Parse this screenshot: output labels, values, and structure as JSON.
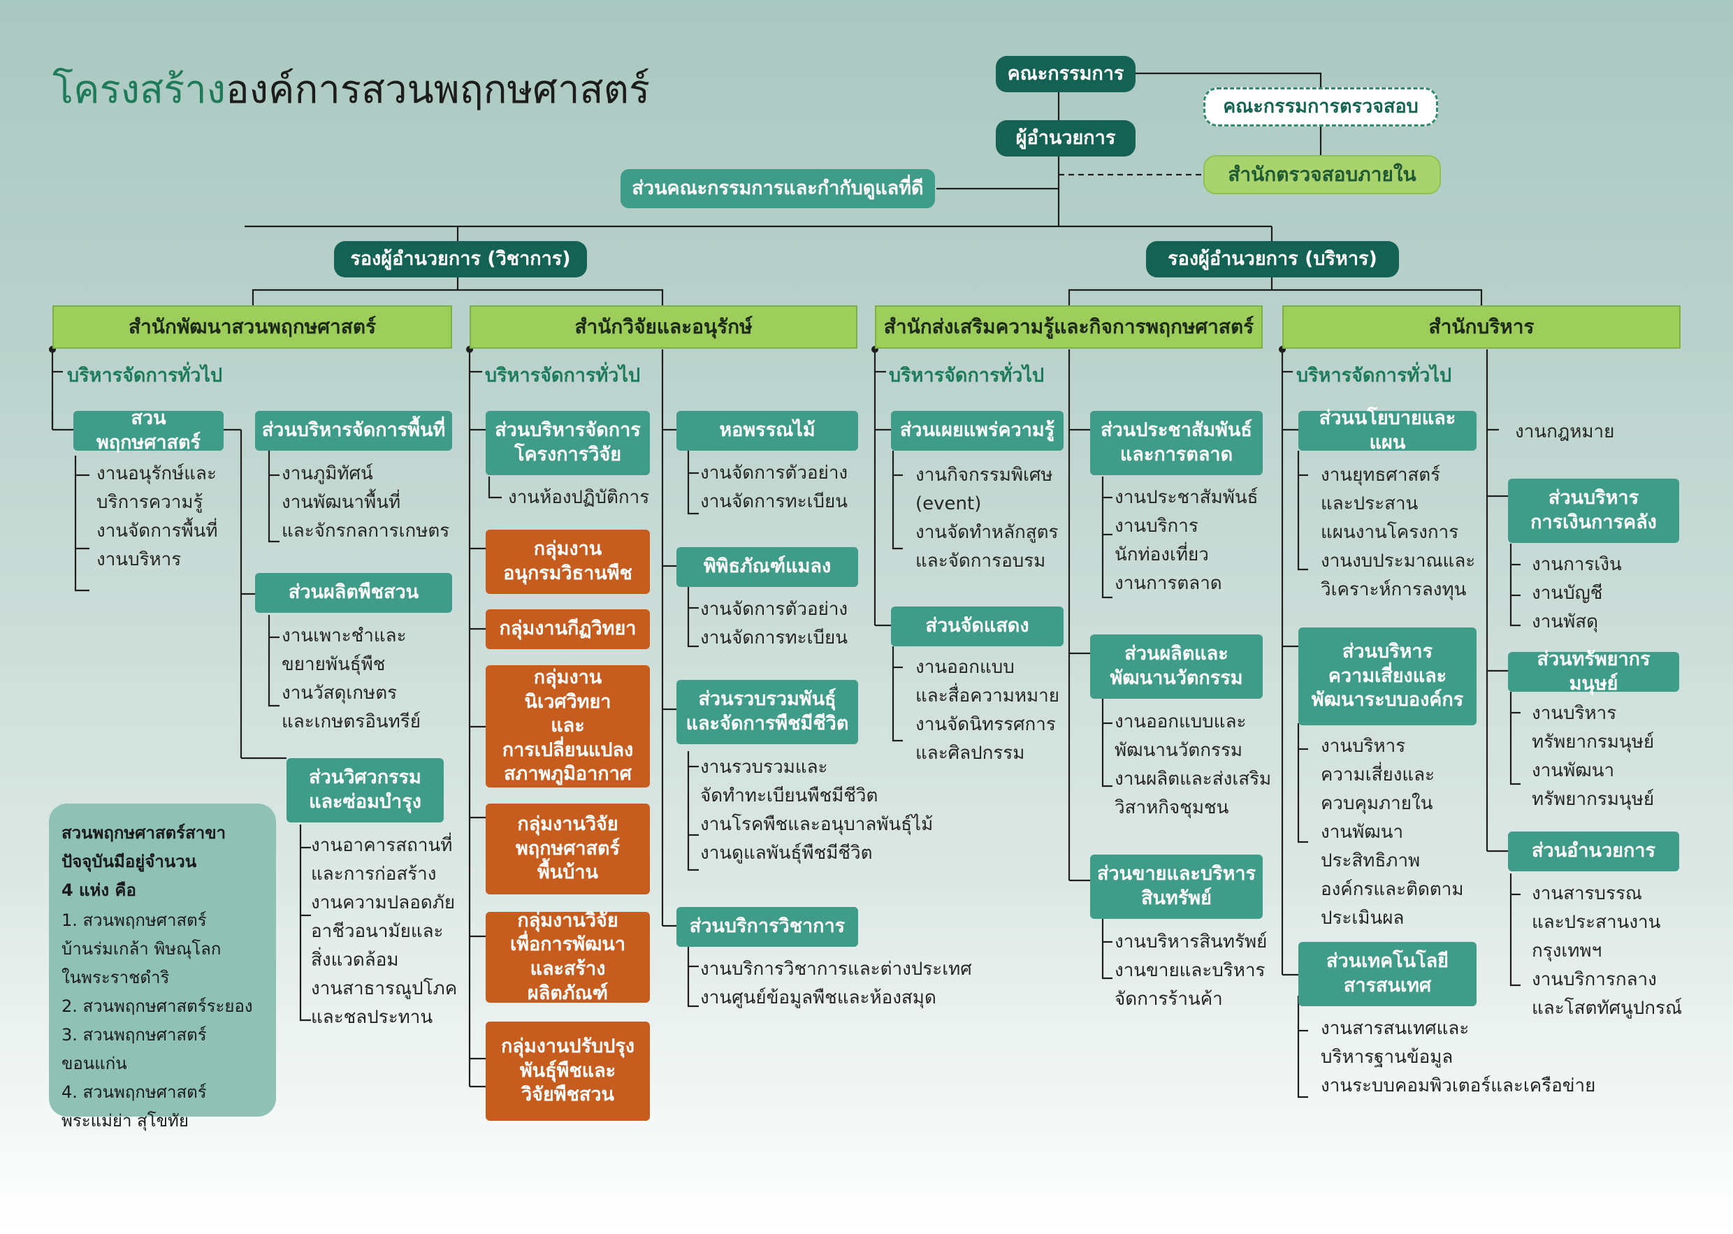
{
  "title": {
    "part1": "โครงสร้าง",
    "part2": "องค์การสวนพฤกษศาสตร์"
  },
  "top": {
    "board": "คณะกรรมการ",
    "audit_committee": "คณะกรรมการตรวจสอบ",
    "director": "ผู้อำนวยการ",
    "internal_audit": "สำนักตรวจสอบภายใน",
    "governance": "ส่วนคณะกรรมการและกำกับดูแลที่ดี",
    "deputy_academic": "รองผู้อำนวยการ (วิชาการ)",
    "deputy_admin": "รองผู้อำนวยการ (บริหาร)"
  },
  "bureaus": [
    "สำนักพัฒนาสวนพฤกษศาสตร์",
    "สำนักวิจัยและอนุรักษ์",
    "สำนักส่งเสริมความรู้และกิจการพฤกษศาสตร์",
    "สำนักบริหาร"
  ],
  "general_admin": "บริหารจัดการทั่วไป",
  "col1": {
    "garden": "สวนพฤกษศาสตร์",
    "garden_tasks": "งานอนุรักษ์และ\nบริการความรู้\nงานจัดการพื้นที่\nงานบริหาร",
    "area": "ส่วนบริหารจัดการพื้นที่",
    "area_tasks": "งานภูมิทัศน์\nงานพัฒนาพื้นที่\nและจักรกลการเกษตร",
    "plant": "ส่วนผลิตพืชสวน",
    "plant_tasks": "งานเพาะชำและ\nขยายพันธุ์พืช\nงานวัสดุเกษตร\nและเกษตรอินทรีย์",
    "eng": "ส่วนวิศวกรรม\nและซ่อมบำรุง",
    "eng_tasks": "งานอาคารสถานที่\nและการก่อสร้าง\nงานความปลอดภัย\nอาชีวอนามัยและ\nสิ่งแวดล้อม\nงานสาธารณูปโภค\nและชลประทาน"
  },
  "col2": {
    "proj": "ส่วนบริหารจัดการ\nโครงการวิจัย",
    "proj_tasks": "งานห้องปฏิบัติการ",
    "grp1": "กลุ่มงาน\nอนุกรมวิธานพืช",
    "grp2": "กลุ่มงานกีฏวิทยา",
    "grp3": "กลุ่มงานนิเวศวิทยา\nและ\nการเปลี่ยนแปลง\nสภาพภูมิอากาศ",
    "grp4": "กลุ่มงานวิจัย\nพฤกษศาสตร์\nพื้นบ้าน",
    "grp5": "กลุ่มงานวิจัย\nเพื่อการพัฒนา\nและสร้างผลิตภัณฑ์",
    "grp6": "กลุ่มงานปรับปรุง\nพันธุ์พืชและ\nวิจัยพืชสวน",
    "herb": "หอพรรณไม้",
    "herb_tasks": "งานจัดการตัวอย่าง\nงานจัดการทะเบียน",
    "insect": "พิพิธภัณฑ์แมลง",
    "insect_tasks": "งานจัดการตัวอย่าง\nงานจัดการทะเบียน",
    "collect": "ส่วนรวบรวมพันธุ์\nและจัดการพืชมีชีวิต",
    "collect_tasks": "งานรวบรวมและ\nจัดทำทะเบียนพืชมีชีวิต\nงานโรคพืชและอนุบาลพันธุ์ไม้\nงานดูแลพันธุ์พืชมีชีวิต",
    "acad": "ส่วนบริการวิชาการ",
    "acad_tasks": "งานบริการวิชาการและต่างประเทศ\nงานศูนย์ข้อมูลพืชและห้องสมุด"
  },
  "col3": {
    "dissem": "ส่วนเผยแพร่ความรู้",
    "dissem_tasks": "งานกิจกรรมพิเศษ\n(event)\nงานจัดทำหลักสูตร\nและจัดการอบรม",
    "exhibit": "ส่วนจัดแสดง",
    "exhibit_tasks": "งานออกแบบ\nและสื่อความหมาย\nงานจัดนิทรรศการ\nและศิลปกรรม",
    "pr": "ส่วนประชาสัมพันธ์\nและการตลาด",
    "pr_tasks": "งานประชาสัมพันธ์\nงานบริการ\nนักท่องเที่ยว\nงานการตลาด",
    "innov": "ส่วนผลิตและ\nพัฒนานวัตกรรม",
    "innov_tasks": "งานออกแบบและ\nพัฒนานวัตกรรม\nงานผลิตและส่งเสริม\nวิสาหกิจชุมชน",
    "sales": "ส่วนขายและบริหาร\nสินทรัพย์",
    "sales_tasks": "งานบริหารสินทรัพย์\nงานขายและบริหาร\nจัดการร้านค้า"
  },
  "col4": {
    "policy": "ส่วนนโยบายและแผน",
    "policy_tasks": "งานยุทธศาสตร์\nและประสาน\nแผนงานโครงการ\nงานงบประมาณและ\nวิเคราะห์การลงทุน",
    "risk": "ส่วนบริหาร\nความเสี่ยงและ\nพัฒนาระบบองค์กร",
    "risk_tasks": "งานบริหาร\nความเสี่ยงและ\nควบคุมภายใน\nงานพัฒนา\nประสิทธิภาพ\nองค์กรและติดตาม\nประเมินผล",
    "it": "ส่วนเทคโนโลยี\nสารสนเทศ",
    "it_tasks": "งานสารสนเทศและ\nบริหารฐานข้อมูล\nงานระบบคอมพิวเตอร์และเครือข่าย",
    "legal": "งานกฎหมาย",
    "finance": "ส่วนบริหาร\nการเงินการคลัง",
    "finance_tasks": "งานการเงิน\nงานบัญชี\nงานพัสดุ",
    "hr": "ส่วนทรัพยากรมนุษย์",
    "hr_tasks": "งานบริหาร\nทรัพยากรมนุษย์\nงานพัฒนา\nทรัพยากรมนุษย์",
    "dir": "ส่วนอำนวยการ",
    "dir_tasks": "งานสารบรรณ\nและประสานงาน\nกรุงเทพฯ\nงานบริการกลาง\nและโสตทัศนูปกรณ์"
  },
  "note": {
    "heading": "สวนพฤกษศาสตร์สาขา\nปัจจุบันมีอยู่จำนวน\n4 แห่ง คือ",
    "items": "1. สวนพฤกษศาสตร์\n    บ้านร่มเกล้า พิษณุโลก\n    ในพระราชดำริ\n2. สวนพฤกษศาสตร์ระยอง\n3. สวนพฤกษศาสตร์ขอนแก่น\n4. สวนพฤกษศาสตร์\n    พระแม่ย่า สุโขทัย"
  },
  "colors": {
    "dark": "#146253",
    "teal": "#3e9c88",
    "orange": "#c65c1e",
    "lime": "#9dcd5a",
    "title_green": "#1f7a5c"
  }
}
